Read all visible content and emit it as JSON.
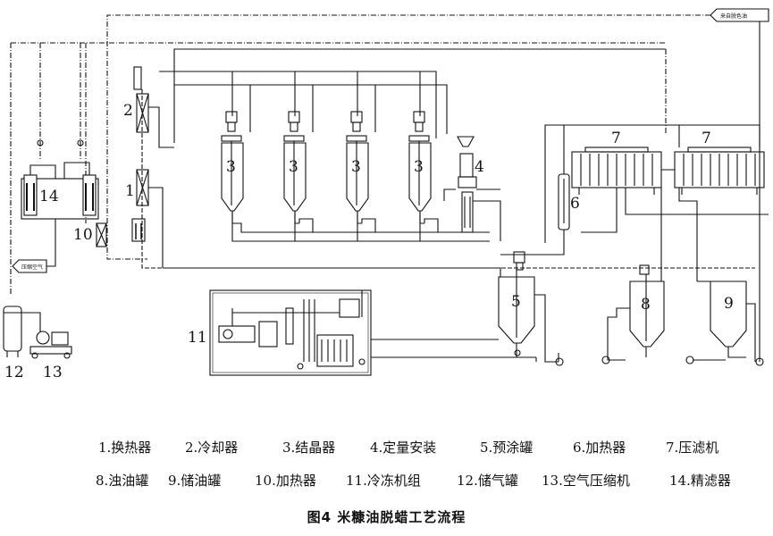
{
  "diagram": {
    "labels": {
      "heat_exchanger_num": "1",
      "cooler_num": "2",
      "crystallizer_num": "3",
      "dosing_num": "4",
      "precoat_num": "5",
      "heater6_num": "6",
      "filter_press_num": "7",
      "turbid_tank_num": "8",
      "storage_tank_num": "9",
      "heater10_num": "10",
      "refrigeration_num": "11",
      "gas_tank_num": "12",
      "compressor_num": "13",
      "fine_filter_num": "14"
    },
    "tags": {
      "top_right": "来自脱色油",
      "left": "压缩空气"
    }
  },
  "legend": {
    "row1": [
      "1.换热器",
      "2.冷却器",
      "3.结晶器",
      "4.定量安装",
      "5.预涂罐",
      "6.加热器",
      "7.压滤机"
    ],
    "row2": [
      "8.浊油罐",
      "9.储油罐",
      "10.加热器",
      "11.冷冻机组",
      "12.储气罐",
      "13.空气压缩机",
      "14.精滤器"
    ]
  },
  "caption": "图4 米糠油脱蜡工艺流程"
}
